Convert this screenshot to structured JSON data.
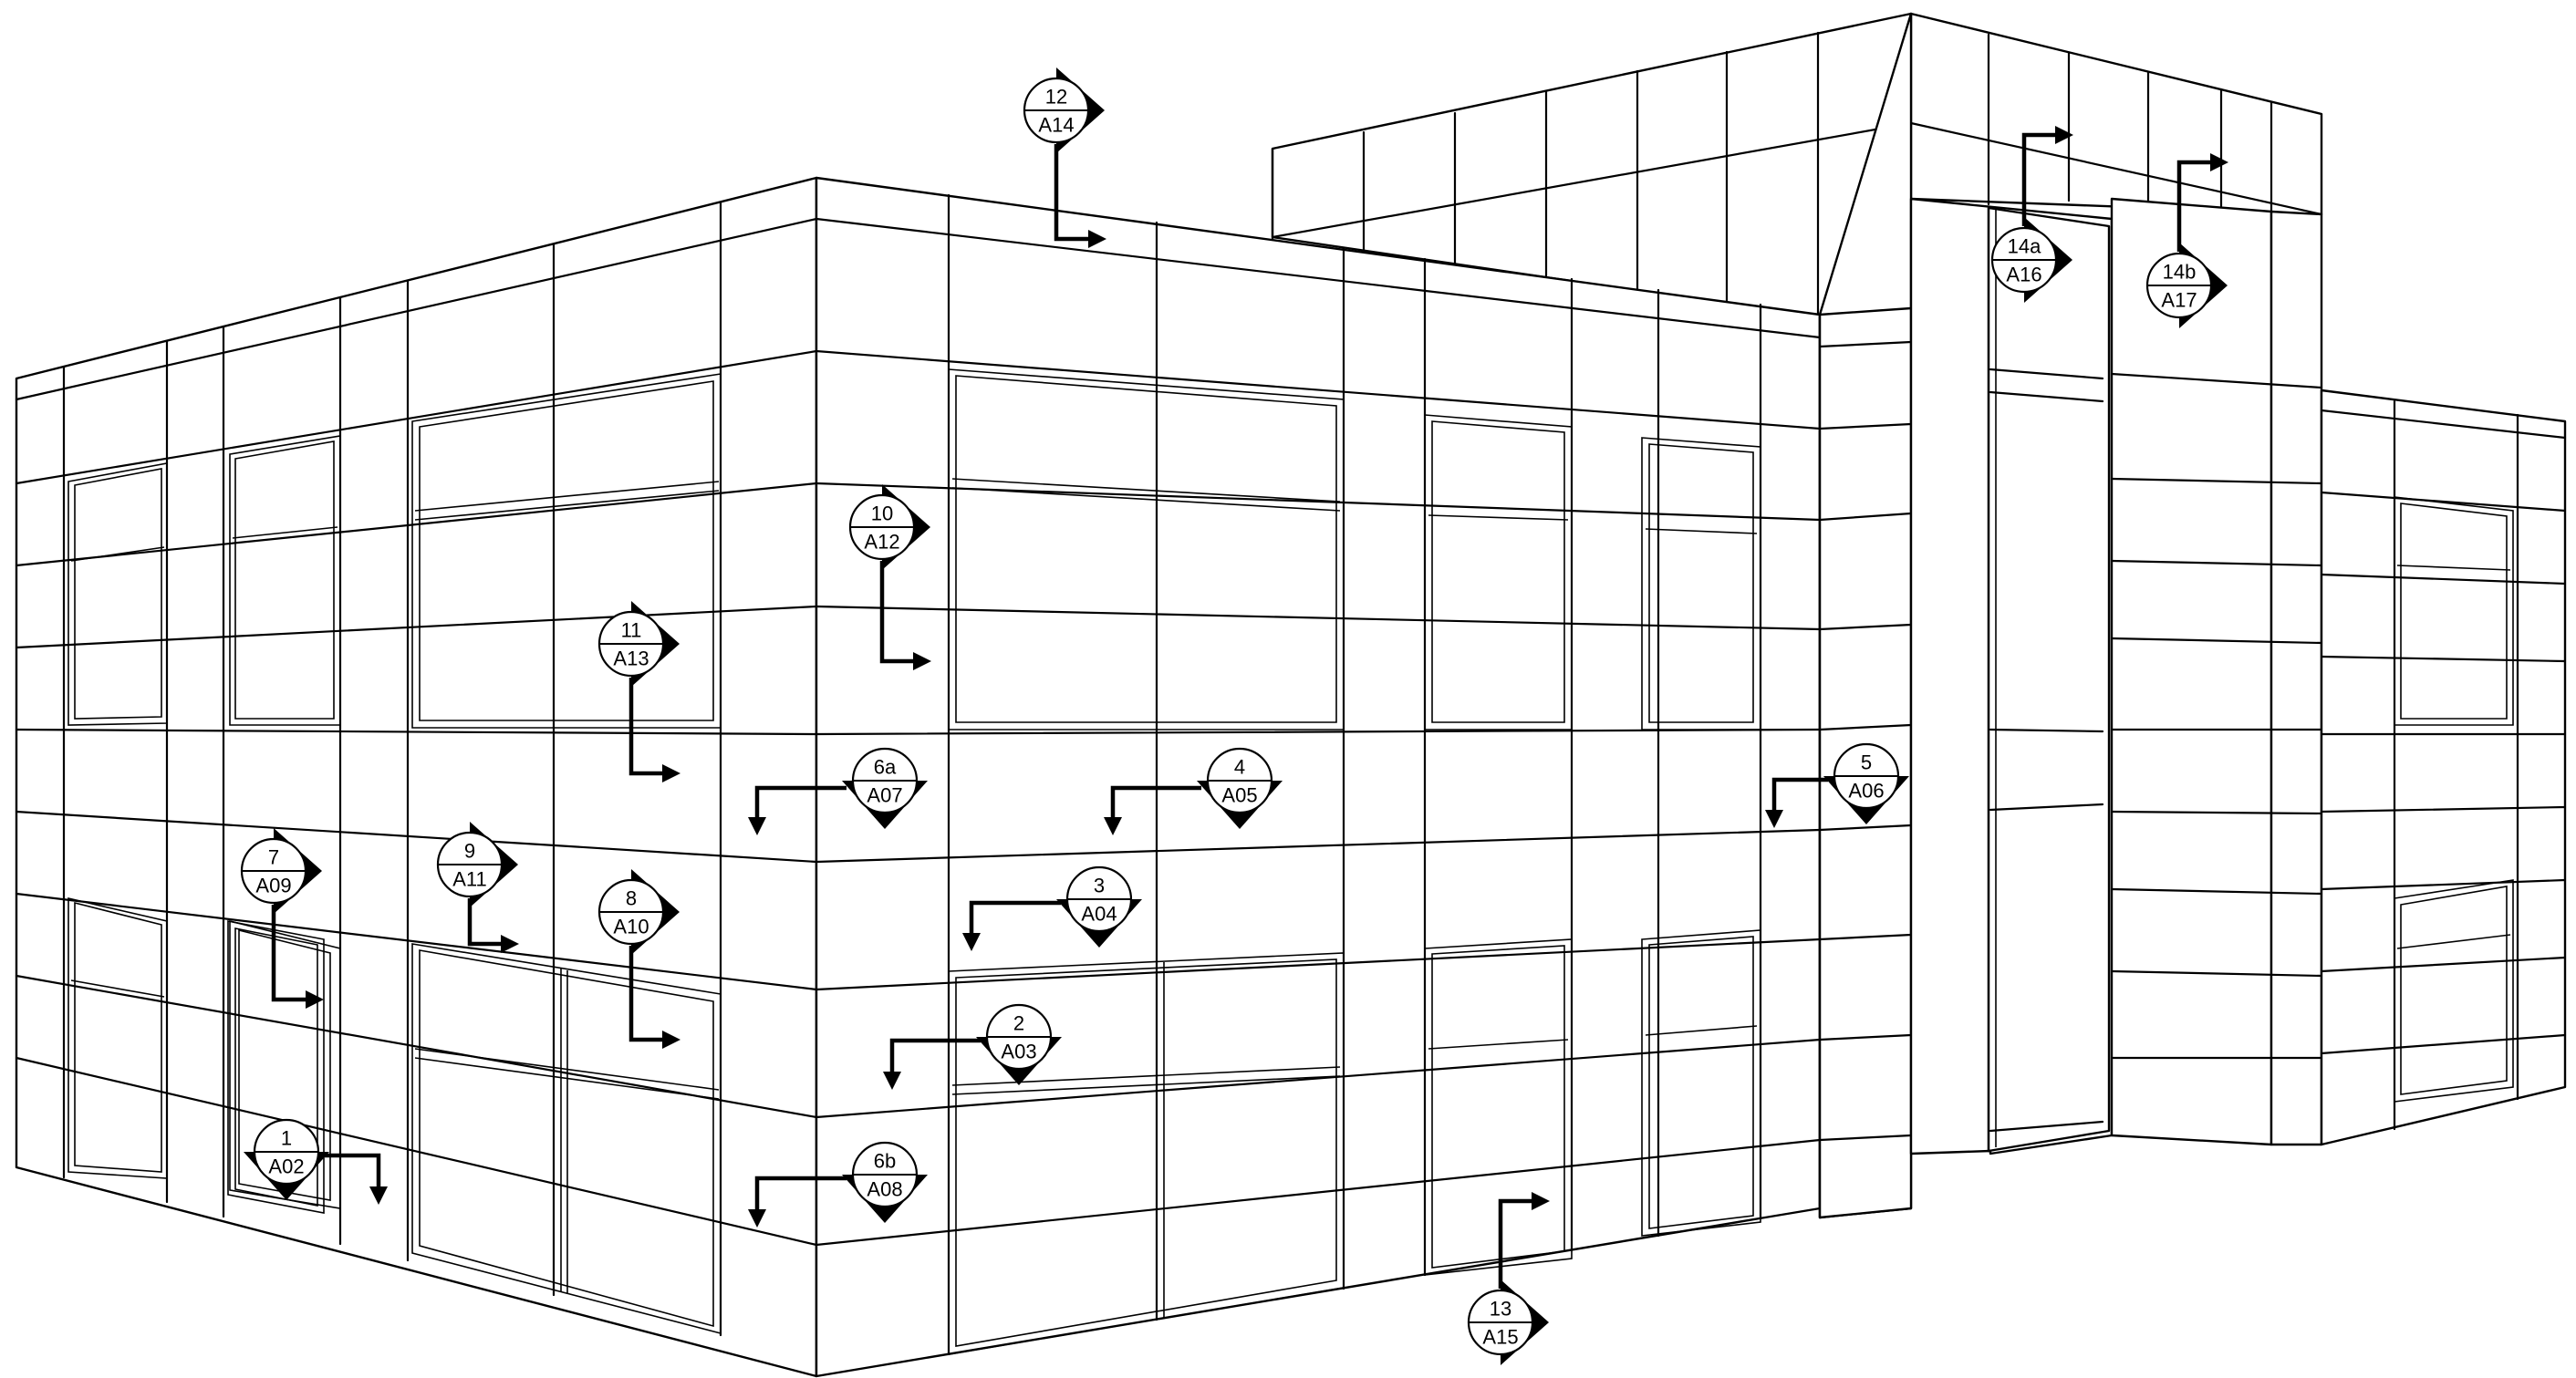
{
  "section_markers": [
    {
      "id": "m12",
      "number": "12",
      "sheet": "A14"
    },
    {
      "id": "m14a",
      "number": "14a",
      "sheet": "A16"
    },
    {
      "id": "m14b",
      "number": "14b",
      "sheet": "A17"
    },
    {
      "id": "m10",
      "number": "10",
      "sheet": "A12"
    },
    {
      "id": "m11",
      "number": "11",
      "sheet": "A13"
    },
    {
      "id": "m6a",
      "number": "6a",
      "sheet": "A07"
    },
    {
      "id": "m4",
      "number": "4",
      "sheet": "A05"
    },
    {
      "id": "m5",
      "number": "5",
      "sheet": "A06"
    },
    {
      "id": "m7",
      "number": "7",
      "sheet": "A09"
    },
    {
      "id": "m9",
      "number": "9",
      "sheet": "A11"
    },
    {
      "id": "m8",
      "number": "8",
      "sheet": "A10"
    },
    {
      "id": "m3",
      "number": "3",
      "sheet": "A04"
    },
    {
      "id": "m2",
      "number": "2",
      "sheet": "A03"
    },
    {
      "id": "m1",
      "number": "1",
      "sheet": "A02"
    },
    {
      "id": "m6b",
      "number": "6b",
      "sheet": "A08"
    },
    {
      "id": "m13",
      "number": "13",
      "sheet": "A15"
    }
  ]
}
